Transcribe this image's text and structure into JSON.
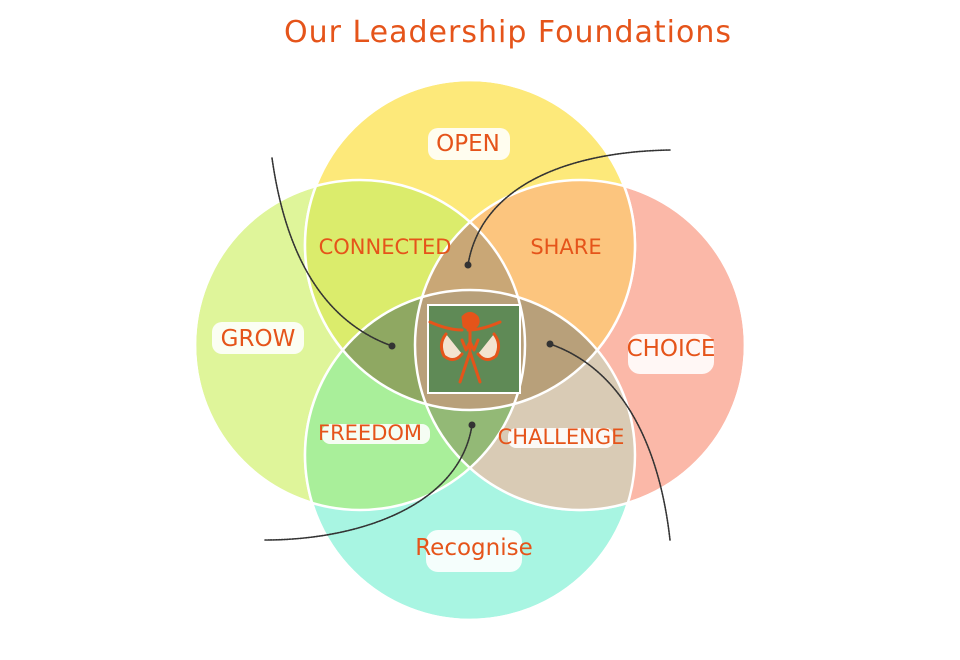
{
  "title": "Our Leadership Foundations",
  "circles": [
    {
      "key": "open",
      "label": "OPEN",
      "color": "#fde97a"
    },
    {
      "key": "choice",
      "label": "CHOICE",
      "color": "#fbb8a8"
    },
    {
      "key": "recognise",
      "label": "Recognise",
      "color": "#a8f5e2"
    },
    {
      "key": "grow",
      "label": "GROW",
      "color": "#dff59a"
    }
  ],
  "overlaps": [
    {
      "key": "connected",
      "label": "CONNECTED",
      "color": "#dbec6c"
    },
    {
      "key": "share",
      "label": "SHARE",
      "color": "#fcc57e"
    },
    {
      "key": "challenge",
      "label": "CHALLENGE",
      "color": "#d9cbb5"
    },
    {
      "key": "freedom",
      "label": "FREEDOM",
      "color": "#a9ef9a"
    }
  ],
  "center": {
    "color": "#5f8a56",
    "icon": "stick-figure-icon"
  },
  "colors": {
    "text": "#e5541a",
    "curve": "#333333",
    "outline": "#ffffff"
  }
}
